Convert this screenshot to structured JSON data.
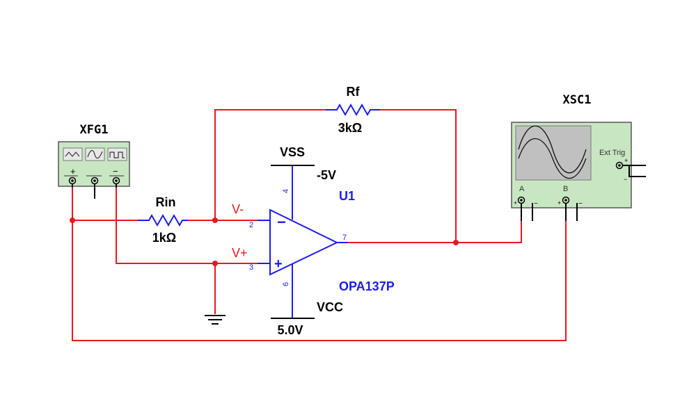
{
  "components": {
    "function_generator": {
      "ref": "XFG1",
      "plus_sign": "+",
      "minus_sign": "−"
    },
    "oscilloscope": {
      "ref": "XSC1",
      "ext_trig_label": "Ext Trig",
      "channel_a_label": "A",
      "channel_b_label": "B",
      "plus_sign": "+",
      "minus_sign": "−"
    },
    "input_resistor": {
      "name": "Rin",
      "value": "1kΩ"
    },
    "feedback_resistor": {
      "name": "Rf",
      "value": "3kΩ"
    },
    "opamp": {
      "ref": "U1",
      "model": "OPA137P",
      "minus_sign": "−",
      "plus_sign": "+",
      "pins": {
        "inverting": "2",
        "non_inverting": "3",
        "output": "7",
        "v_pos": "4",
        "v_neg": "6"
      }
    },
    "supply_top": {
      "name": "VSS",
      "value": "-5V"
    },
    "supply_bottom": {
      "name": "VCC",
      "value": "5.0V"
    }
  },
  "net_labels": {
    "inverting_node": "V-",
    "non_inverting_node": "V+"
  },
  "colors": {
    "wire": "#e8171f",
    "component": "#1b1bf0",
    "instrument_body": "#c8e6c2",
    "instrument_border": "#555555",
    "scope_screen": "#c0c0c0",
    "label_red": "#e8171f",
    "label_blue": "#1b1bf0"
  },
  "icons": [
    "sine-wave-icon",
    "triangle-wave-icon",
    "square-wave-icon",
    "ground-icon"
  ]
}
